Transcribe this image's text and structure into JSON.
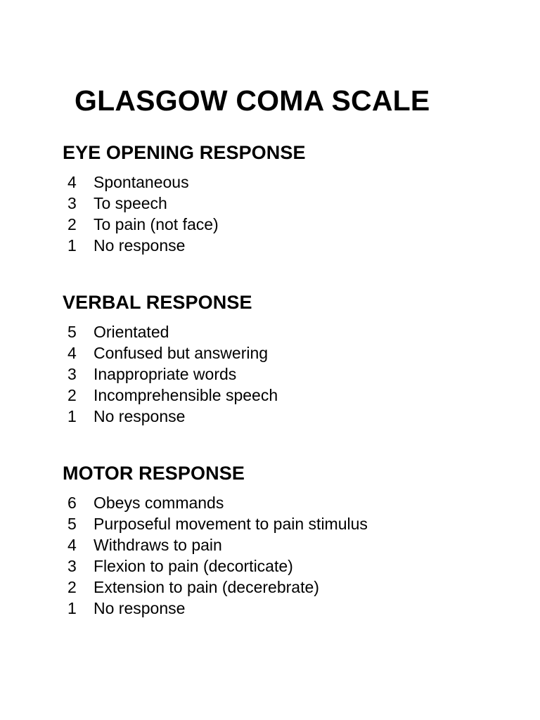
{
  "document": {
    "title": "GLASGOW COMA SCALE",
    "background_color": "#ffffff",
    "text_color": "#000000",
    "sections": [
      {
        "heading": "EYE OPENING RESPONSE",
        "items": [
          {
            "score": "4",
            "label": "Spontaneous"
          },
          {
            "score": "3",
            "label": "To speech"
          },
          {
            "score": "2",
            "label": "To pain (not face)"
          },
          {
            "score": "1",
            "label": "No response"
          }
        ]
      },
      {
        "heading": "VERBAL RESPONSE",
        "items": [
          {
            "score": "5",
            "label": "Orientated"
          },
          {
            "score": "4",
            "label": "Confused but answering"
          },
          {
            "score": "3",
            "label": "Inappropriate words"
          },
          {
            "score": "2",
            "label": "Incomprehensible speech"
          },
          {
            "score": "1",
            "label": "No response"
          }
        ]
      },
      {
        "heading": "MOTOR RESPONSE",
        "items": [
          {
            "score": "6",
            "label": "Obeys commands"
          },
          {
            "score": "5",
            "label": "Purposeful movement to pain stimulus"
          },
          {
            "score": "4",
            "label": "Withdraws to pain"
          },
          {
            "score": "3",
            "label": "Flexion to pain (decorticate)"
          },
          {
            "score": "2",
            "label": "Extension to pain (decerebrate)"
          },
          {
            "score": "1",
            "label": "No response"
          }
        ]
      }
    ]
  }
}
